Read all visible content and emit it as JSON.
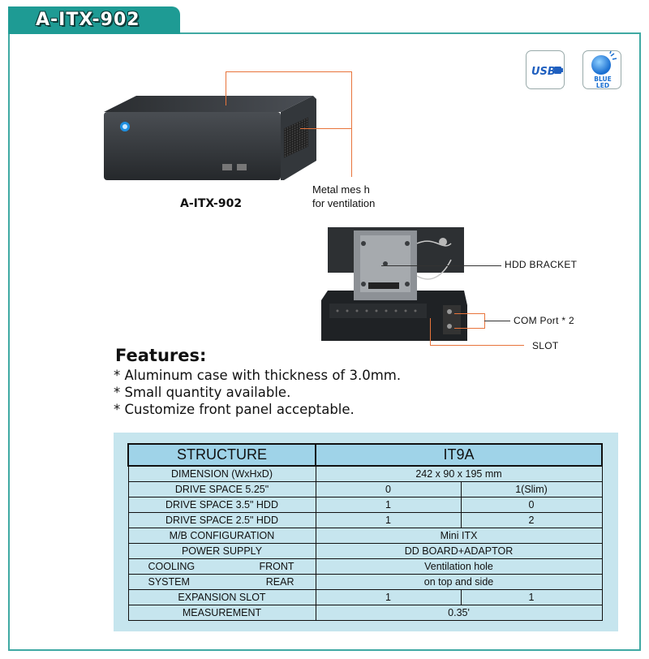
{
  "header": {
    "title": "A-ITX-902"
  },
  "badges": {
    "usb": {
      "text": "USB",
      "icon": "usb-icon"
    },
    "led": {
      "line1": "BLUE",
      "line2": "LED",
      "icon": "blue-led-icon"
    }
  },
  "product": {
    "caption": "A-ITX-902",
    "mesh_note_line1": "Metal mes h",
    "mesh_note_line2": "for ventilation"
  },
  "callouts": {
    "hdd_bracket": "HDD BRACKET",
    "com_port": "COM Port * 2",
    "slot": "SLOT"
  },
  "features": {
    "title": "Features:",
    "items": [
      "* Aluminum case with thickness of 3.0mm.",
      "* Small quantity available.",
      "* Customize front panel acceptable."
    ]
  },
  "spec_table": {
    "header": {
      "label": "STRUCTURE",
      "model": "IT9A"
    },
    "rows": {
      "dimension": {
        "label": "DIMENSION (WxHxD)",
        "value": "242 x 90 x 195 mm"
      },
      "drive525": {
        "label": "DRIVE SPACE 5.25\"",
        "a": "0",
        "b": "1(Slim)"
      },
      "drive35": {
        "label": "DRIVE SPACE 3.5\" HDD",
        "a": "1",
        "b": "0"
      },
      "drive25": {
        "label": "DRIVE SPACE 2.5\" HDD",
        "a": "1",
        "b": "2"
      },
      "mb": {
        "label": "M/B CONFIGURATION",
        "value": "Mini ITX"
      },
      "power": {
        "label": "POWER SUPPLY",
        "value": "DD BOARD+ADAPTOR"
      },
      "cooling_front": {
        "label_a": "COOLING",
        "label_b": "FRONT",
        "value": "Ventilation hole"
      },
      "system_rear": {
        "label_a": "SYSTEM",
        "label_b": "REAR",
        "value": "on top and side"
      },
      "expansion": {
        "label": "EXPANSION SLOT",
        "a": "1",
        "b": "1"
      },
      "measurement": {
        "label": "MEASUREMENT",
        "value": "0.35'"
      }
    }
  },
  "colors": {
    "accent": "#1e9b94",
    "frame": "#3fa9a3",
    "callout_line": "#e8743b",
    "table_bg": "#c6e5ee",
    "table_head": "#9fd3e8"
  }
}
